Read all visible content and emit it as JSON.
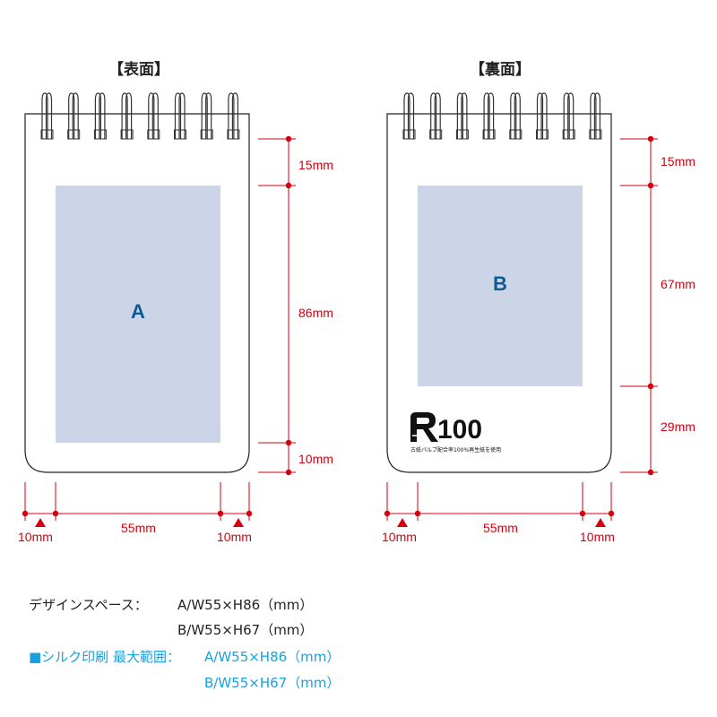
{
  "front": {
    "title": "【表面】",
    "area_label": "A",
    "dims": {
      "top": "15mm",
      "middle": "86mm",
      "bottom": "10mm",
      "left": "10mm",
      "width": "55mm",
      "right": "10mm"
    }
  },
  "back": {
    "title": "【裏面】",
    "area_label": "B",
    "dims": {
      "top": "15mm",
      "middle": "67mm",
      "bottom": "29mm",
      "left": "10mm",
      "width": "55mm",
      "right": "10mm"
    },
    "logo": {
      "mark": "R100",
      "caption": "古紙パルプ配合率100%再生紙を使用"
    }
  },
  "spec": {
    "design_label": "デザインスペース：",
    "design_a": "A/W55×H86（mm）",
    "design_b": "B/W55×H67（mm）",
    "silk_label": "■シルク印刷 最大範囲：",
    "silk_a": "A/W55×H86（mm）",
    "silk_b": "B/W55×H67（mm）"
  },
  "colors": {
    "dimension": "#d4000f",
    "area_fill": "#ccd5e8",
    "area_label": "#0b5a94",
    "silk_text": "#1aa0dc"
  }
}
